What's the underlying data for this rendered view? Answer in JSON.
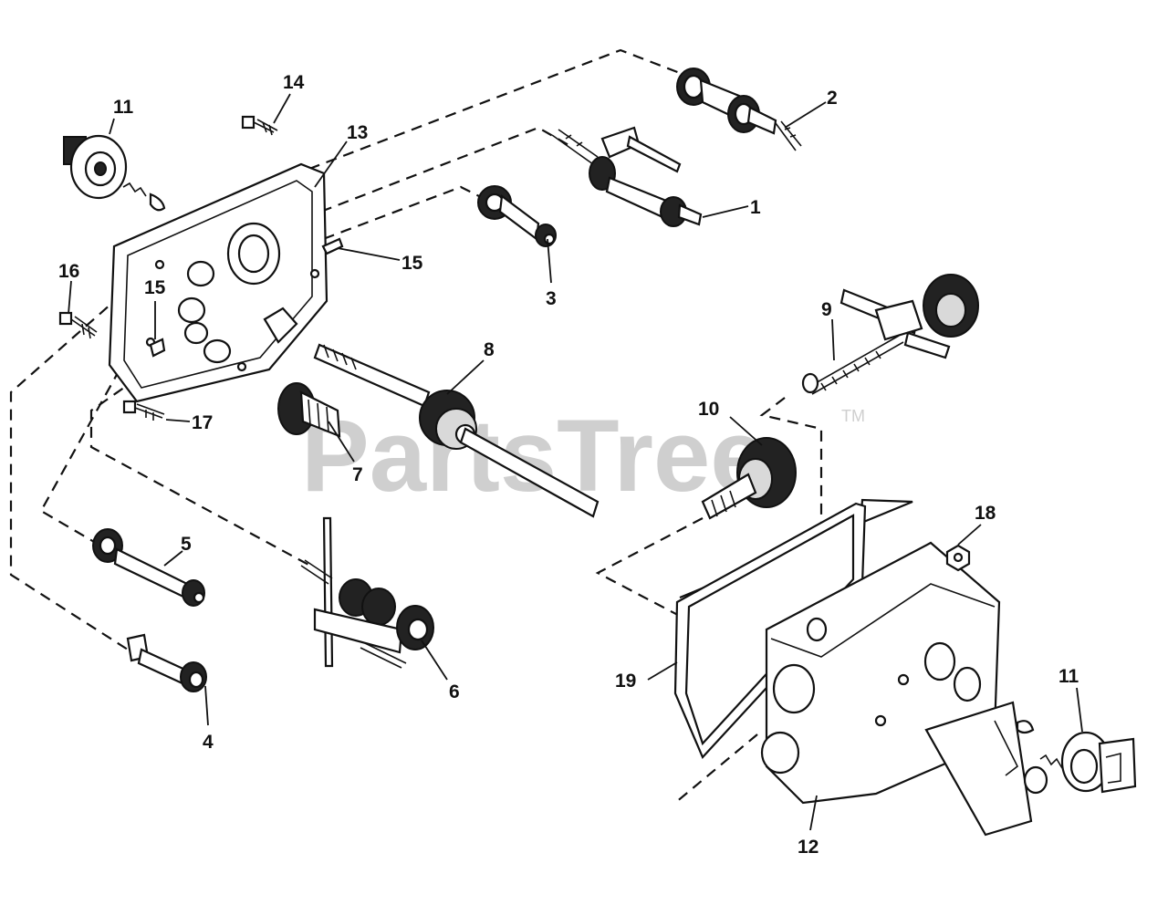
{
  "watermark": {
    "text": "PartsTree",
    "trademark": "TM"
  },
  "callouts": [
    {
      "id": "c1",
      "text": "1"
    },
    {
      "id": "c2",
      "text": "2"
    },
    {
      "id": "c3",
      "text": "3"
    },
    {
      "id": "c4",
      "text": "4"
    },
    {
      "id": "c5",
      "text": "5"
    },
    {
      "id": "c6",
      "text": "6"
    },
    {
      "id": "c7",
      "text": "7"
    },
    {
      "id": "c8",
      "text": "8"
    },
    {
      "id": "c9",
      "text": "9"
    },
    {
      "id": "c10",
      "text": "10"
    },
    {
      "id": "c11a",
      "text": "11"
    },
    {
      "id": "c11b",
      "text": "11"
    },
    {
      "id": "c12",
      "text": "12"
    },
    {
      "id": "c13",
      "text": "13"
    },
    {
      "id": "c14",
      "text": "14"
    },
    {
      "id": "c15a",
      "text": "15"
    },
    {
      "id": "c15b",
      "text": "15"
    },
    {
      "id": "c16",
      "text": "16"
    },
    {
      "id": "c17",
      "text": "17"
    },
    {
      "id": "c18",
      "text": "18"
    },
    {
      "id": "c19",
      "text": "19"
    }
  ]
}
